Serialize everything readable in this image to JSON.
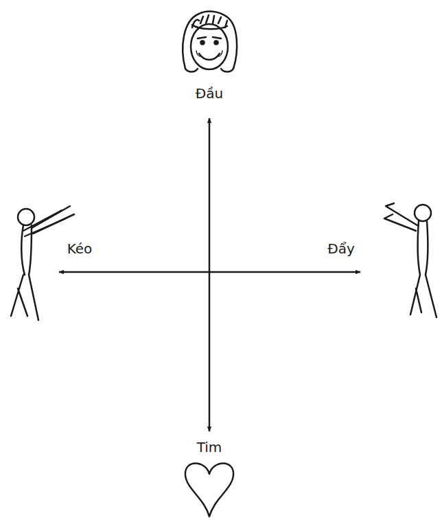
{
  "diagram": {
    "labels": [
      "Đầu",
      "Kéo",
      "Đẩy",
      "Tim"
    ]
  }
}
